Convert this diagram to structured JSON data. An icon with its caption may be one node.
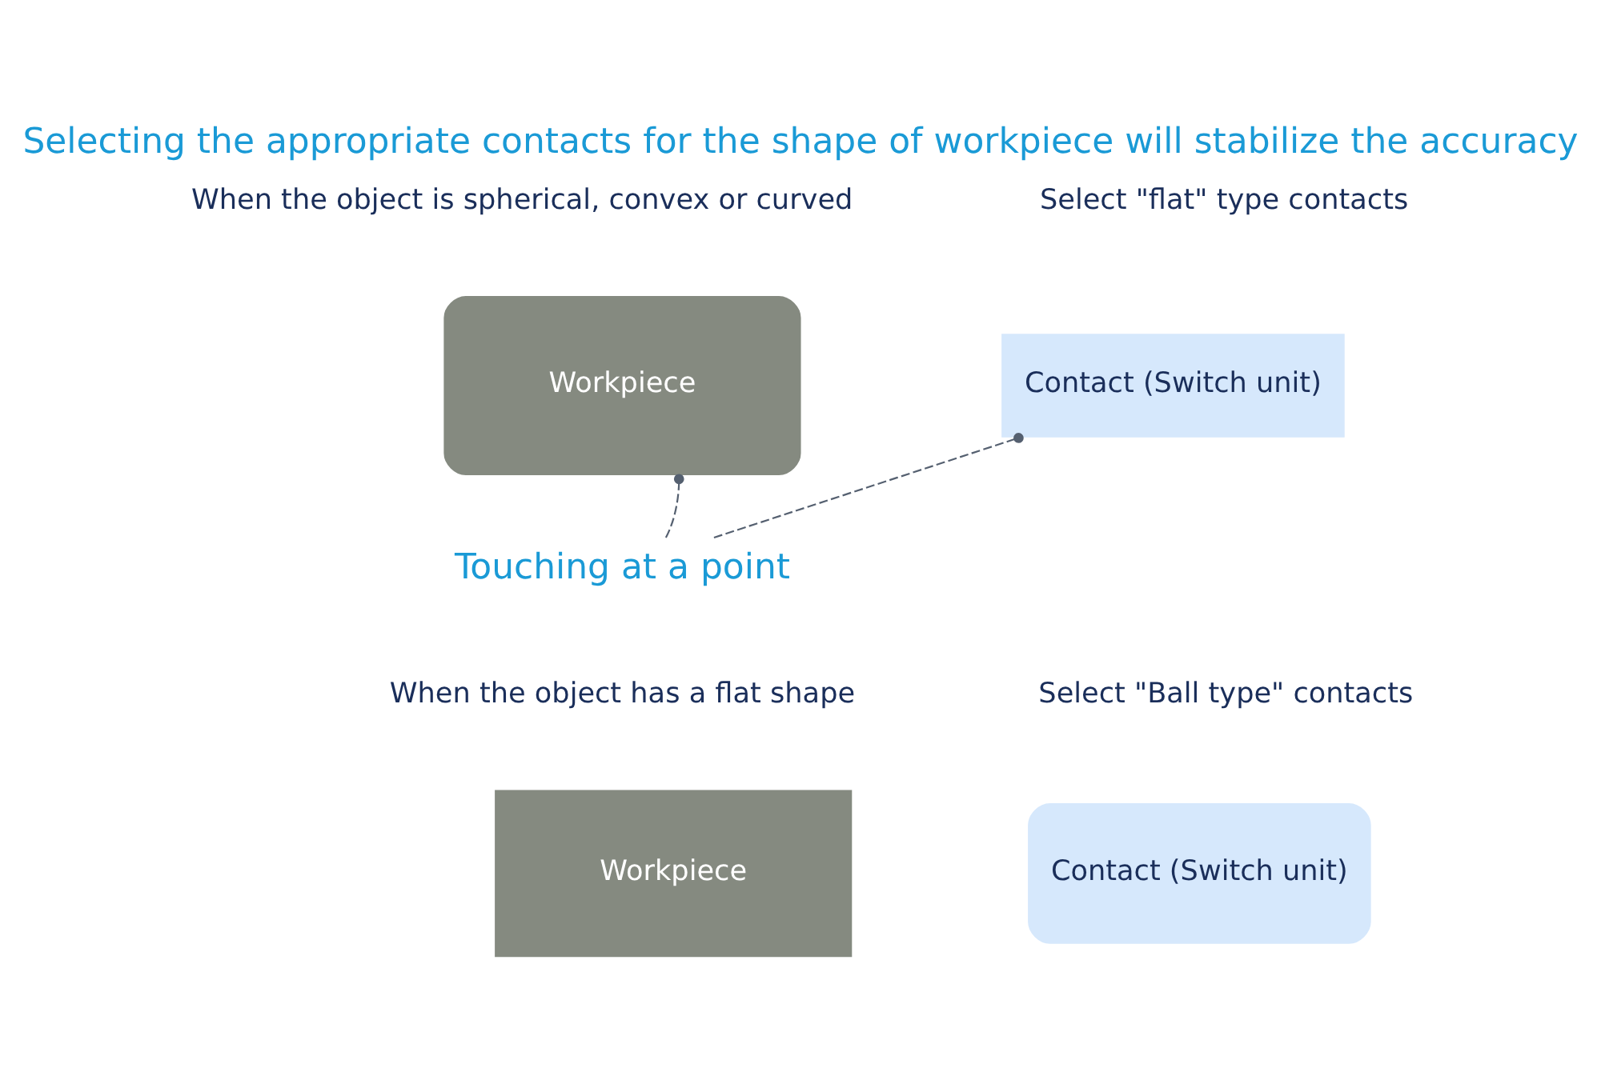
{
  "diagram": {
    "title": "Selecting the appropriate contacts for the shape of workpiece will stabilize the accuracy",
    "nodes": [
      {
        "text": [
          "Workpiece"
        ]
      },
      {
        "text": [
          "Contact (Switch unit)"
        ]
      },
      {
        "text": [
          "Touching at a point"
        ]
      },
      {
        "text": [
          "Workpiece"
        ]
      },
      {
        "text": [
          "Contact (Switch unit)"
        ]
      }
    ],
    "edges": [
      {
        "from": 2,
        "to": 0,
        "arrow": "other",
        "style": "dashed"
      },
      {
        "from": 2,
        "to": 1,
        "arrow": "other",
        "style": "dashed"
      }
    ],
    "labels": [
      "When the object is spherical, convex or curved",
      "Select \"flat\" type contacts",
      "When the object has a flat shape",
      "Select \"Ball type\" contacts"
    ]
  }
}
